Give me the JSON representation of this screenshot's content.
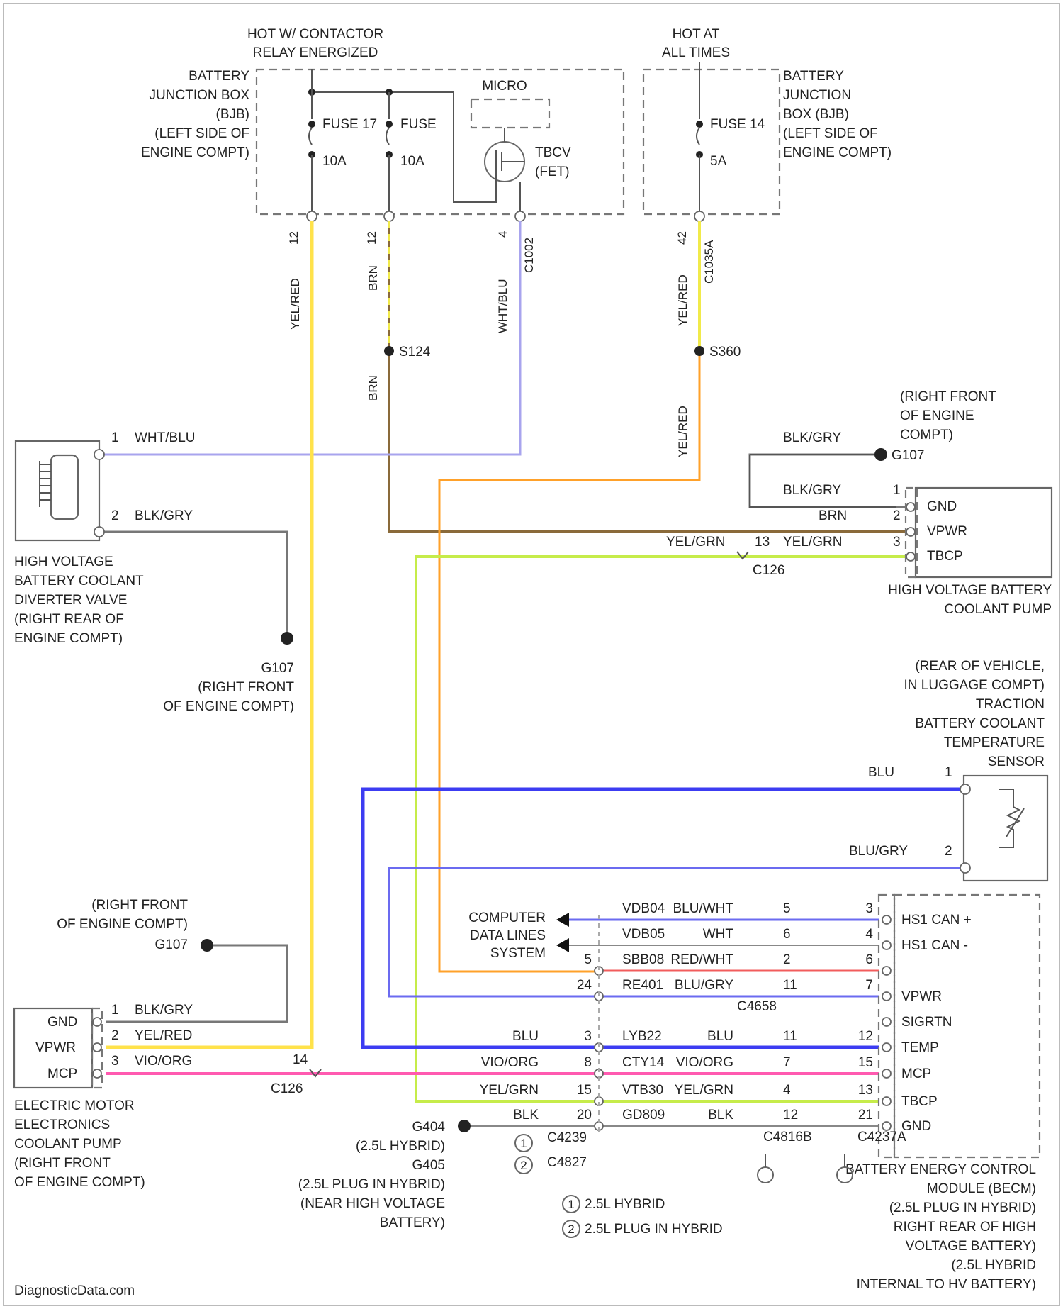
{
  "colors": {
    "yel_red": "#ffe24a",
    "brn": "#8a6a3a",
    "wht_blu": "#a8a4ee",
    "yel_red_short": "#f1ea4a",
    "yel_red_orange": "#ffa12a",
    "grey": "#777777",
    "yel_grn": "#c6ec4a",
    "blu": "#3c3cf2",
    "blu_gry": "#6b6bf0",
    "red": "#f25c5c",
    "vio_org": "#ff5ab0",
    "blk": "#888888"
  },
  "header": {
    "hot_contactor_1": "HOT W/ CONTACTOR",
    "hot_contactor_2": "RELAY ENERGIZED",
    "hot_all_1": "HOT AT",
    "hot_all_2": "ALL TIMES"
  },
  "bjb_left": [
    "BATTERY",
    "JUNCTION BOX",
    "(BJB)",
    "(LEFT SIDE OF",
    "ENGINE COMPT)"
  ],
  "bjb_right": [
    "BATTERY",
    "JUNCTION",
    "BOX (BJB)",
    "(LEFT SIDE OF",
    "ENGINE COMPT)"
  ],
  "fuses": {
    "f17": "FUSE 17",
    "f17_amp": "10A",
    "f_other": "FUSE",
    "f_other_amp": "10A",
    "f14": "FUSE 14",
    "f14_amp": "5A",
    "micro": "MICRO",
    "tbcv_1": "TBCV",
    "tbcv_2": "(FET)"
  },
  "top_wires": {
    "pin_a": "12",
    "pin_b": "12",
    "pin_c": "4",
    "pin_d": "42",
    "w_yel_red": "YEL/RED",
    "w_brn": "BRN",
    "w_wht_blu": "WHT/BLU",
    "w_yel_red2": "YEL/RED",
    "c_mid": "C1002",
    "c_right": "C1035A",
    "splice_1": "S124",
    "splice_2": "S360",
    "w_brn2": "BRN",
    "w_yel_red3": "YEL/RED"
  },
  "diverter": {
    "pin1": "1",
    "wire1": "WHT/BLU",
    "pin2": "2",
    "wire2": "BLK/GRY",
    "label": [
      "HIGH VOLTAGE",
      "BATTERY COOLANT",
      "DIVERTER VALVE",
      "(RIGHT REAR OF",
      "ENGINE COMPT)"
    ],
    "gnd": "G107",
    "gnd_loc": [
      "(RIGHT FRONT",
      "OF ENGINE COMPT)"
    ]
  },
  "hv_pump": {
    "gnd_loc": [
      "(RIGHT FRONT",
      "OF ENGINE",
      "COMPT)"
    ],
    "gnd": "G107",
    "w_top": "BLK/GRY",
    "w1": "BLK/GRY",
    "p1": "1",
    "w2": "BRN",
    "p2": "2",
    "w3a": "YEL/GRN",
    "c_pin": "13",
    "w3b": "YEL/GRN",
    "p3": "3",
    "conn": "C126",
    "pins": [
      "GND",
      "VPWR",
      "TBCP"
    ],
    "label": [
      "HIGH VOLTAGE BATTERY",
      "COOLANT PUMP"
    ]
  },
  "temp_sensor": {
    "label": [
      "(REAR OF VEHICLE,",
      "IN LUGGAGE COMPT)",
      "TRACTION",
      "BATTERY COOLANT",
      "TEMPERATURE",
      "SENSOR"
    ],
    "w1": "BLU",
    "p1": "1",
    "w2": "BLU/GRY",
    "p2": "2"
  },
  "data_lines": {
    "label": [
      "COMPUTER",
      "DATA LINES",
      "SYSTEM"
    ]
  },
  "becm_rows": [
    {
      "circuit": "VDB04",
      "wire": "BLU/WHT",
      "cpin": "5",
      "epin": "3",
      "func": "HS1 CAN +"
    },
    {
      "circuit": "VDB05",
      "wire": "WHT",
      "cpin": "6",
      "epin": "4",
      "func": "HS1 CAN -"
    },
    {
      "lpin": "5",
      "circuit": "SBB08",
      "wire": "RED/WHT",
      "cpin": "2",
      "epin": "6",
      "func": ""
    },
    {
      "lpin": "24",
      "circuit": "RE401",
      "wire": "BLU/GRY",
      "cpin": "11",
      "epin": "7",
      "func": "VPWR"
    },
    {
      "circuit": "",
      "wire": "",
      "cpin": "",
      "epin": "",
      "func": "SIGRTN"
    },
    {
      "lwire": "BLU",
      "lpin": "3",
      "circuit": "LYB22",
      "wire": "BLU",
      "cpin": "11",
      "epin": "12",
      "func": "TEMP"
    },
    {
      "lwire": "VIO/ORG",
      "lpin": "8",
      "circuit": "CTY14",
      "wire": "VIO/ORG",
      "cpin": "7",
      "epin": "15",
      "func": "MCP"
    },
    {
      "lwire": "YEL/GRN",
      "lpin": "15",
      "circuit": "VTB30",
      "wire": "YEL/GRN",
      "cpin": "4",
      "epin": "13",
      "func": "TBCP"
    },
    {
      "lwire": "BLK",
      "lpin": "20",
      "circuit": "GD809",
      "wire": "BLK",
      "cpin": "12",
      "epin": "21",
      "func": "GND"
    }
  ],
  "becm": {
    "c_top": "C4658",
    "c_bottom": "C4816B",
    "c_right": "C4237A",
    "label": [
      "BATTERY ENERGY CONTROL",
      "MODULE (BECM)",
      "(2.5L PLUG IN HYBRID)",
      "RIGHT REAR OF HIGH",
      "VOLTAGE BATTERY)",
      "(2.5L HYBRID",
      "INTERNAL TO HV BATTERY)"
    ]
  },
  "motor_pump": {
    "gnd_loc": [
      "(RIGHT FRONT",
      "OF ENGINE COMPT)"
    ],
    "gnd": "G107",
    "p1": "1",
    "w1": "BLK/GRY",
    "p2": "2",
    "w2": "YEL/RED",
    "p3": "3",
    "w3": "VIO/ORG",
    "c_pin": "14",
    "conn": "C126",
    "pins": [
      "GND",
      "VPWR",
      "MCP"
    ],
    "label": [
      "ELECTRIC MOTOR",
      "ELECTRONICS",
      "COOLANT PUMP",
      "(RIGHT FRONT",
      "OF ENGINE COMPT)"
    ]
  },
  "ground_bottom": {
    "g404": "G404",
    "g404_sub": "(2.5L HYBRID)",
    "g405": "G405",
    "g405_sub": [
      "(2.5L PLUG IN HYBRID)",
      "(NEAR HIGH VOLTAGE",
      "BATTERY)"
    ],
    "c1": "C4239",
    "c2": "C4827",
    "sym1": "1",
    "sym2": "2"
  },
  "legend": {
    "l1": "2.5L HYBRID",
    "l2": "2.5L PLUG IN HYBRID",
    "n1": "1",
    "n2": "2"
  },
  "footer": "DiagnosticData.com"
}
